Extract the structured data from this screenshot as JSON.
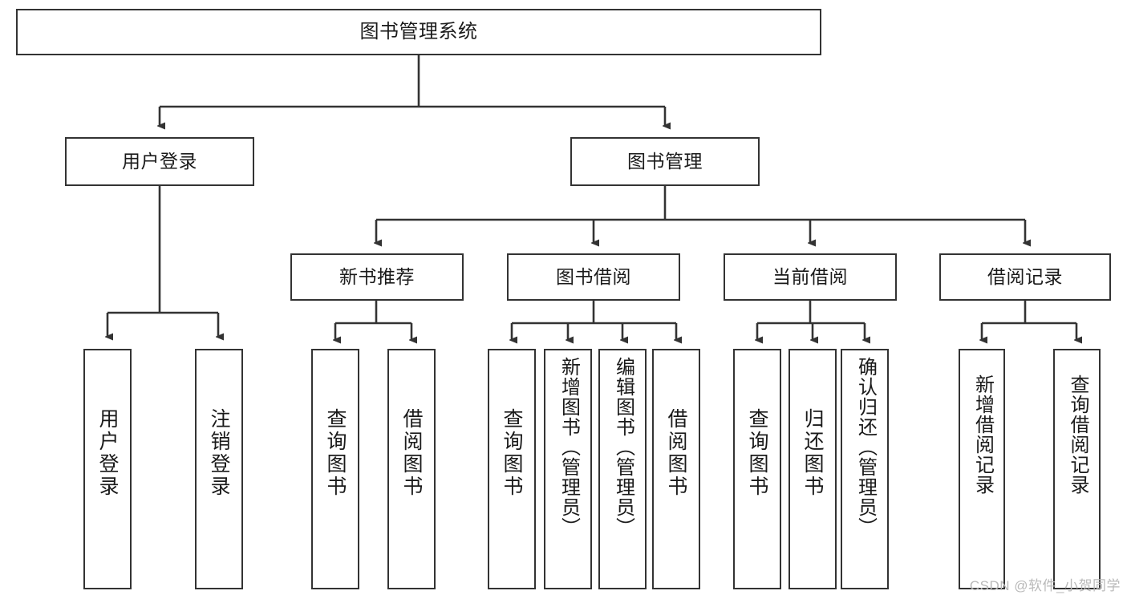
{
  "diagram": {
    "title": "图书管理系统",
    "type": "hierarchy-tree",
    "watermark": "CSDN @软件_小贺同学",
    "colors": {
      "border": "#333333",
      "background": "#ffffff",
      "text": "#1a1a1a",
      "watermark": "#b9b9b9"
    },
    "levels": {
      "root": {
        "label": "图书管理系统"
      },
      "level2": [
        {
          "label": "用户登录"
        },
        {
          "label": "图书管理"
        }
      ],
      "level3": [
        {
          "label": "新书推荐"
        },
        {
          "label": "图书借阅"
        },
        {
          "label": "当前借阅"
        },
        {
          "label": "借阅记录"
        }
      ],
      "leaves": {
        "user_login": [
          {
            "label": "用户登录"
          },
          {
            "label": "注销登录"
          }
        ],
        "new_book_recommend": [
          {
            "label": "查询图书"
          },
          {
            "label": "借阅图书"
          }
        ],
        "book_borrow": [
          {
            "label": "查询图书"
          },
          {
            "label": "新增图书（管理员）"
          },
          {
            "label": "编辑图书（管理员）"
          },
          {
            "label": "借阅图书"
          }
        ],
        "current_borrow": [
          {
            "label": "查询图书"
          },
          {
            "label": "归还图书"
          },
          {
            "label": "确认归还（管理员）"
          }
        ],
        "borrow_record": [
          {
            "label": "新增借阅记录"
          },
          {
            "label": "查询借阅记录"
          }
        ]
      }
    }
  }
}
